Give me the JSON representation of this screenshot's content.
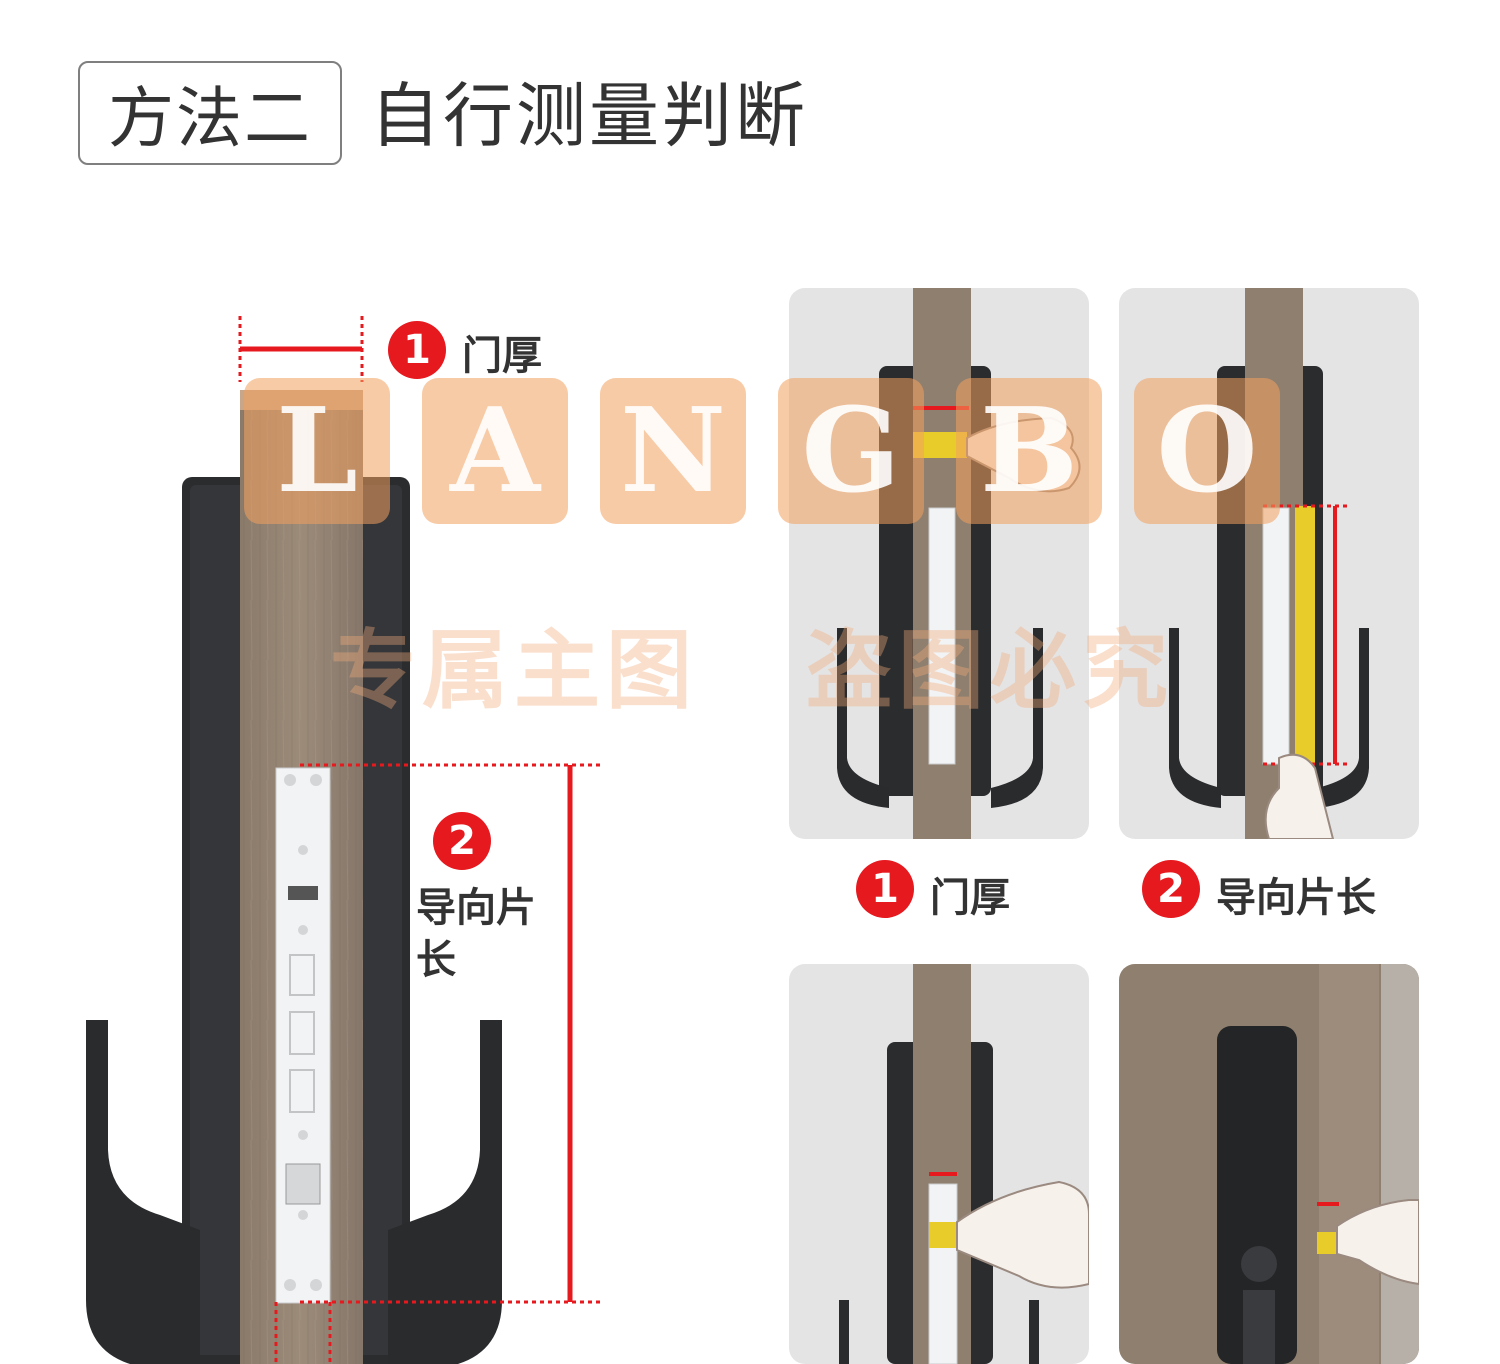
{
  "header": {
    "method_label": "方法二",
    "title": "自行测量判断"
  },
  "main_diagram": {
    "step1_number": "1",
    "step1_label": "门厚",
    "step2_number": "2",
    "step2_label_line1": "导向片",
    "step2_label_line2": "长"
  },
  "panels": {
    "door_thickness_number": "1",
    "door_thickness_label": "门厚",
    "guide_length_number": "2",
    "guide_length_label": "导向片长"
  },
  "watermark": {
    "letters": [
      "L",
      "A",
      "N",
      "G",
      "B",
      "O"
    ],
    "text_left": "专属主图",
    "text_right": "盗图必究"
  },
  "colors": {
    "accent_red": "#e6191f",
    "wood": "#8f7f6e",
    "lock_black": "#2a2b2d",
    "panel_bg": "#e4e4e5",
    "tape_yellow": "#e8cc2a",
    "watermark_orange": "#f3a05f"
  }
}
